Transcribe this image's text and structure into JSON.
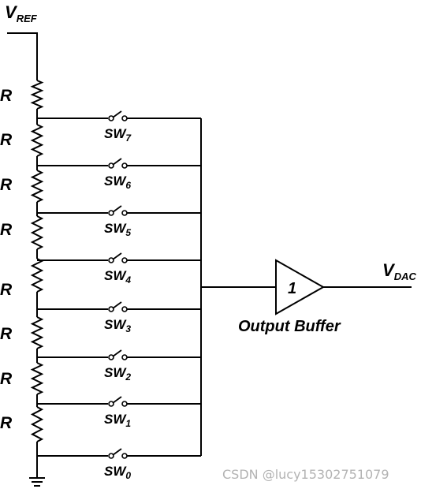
{
  "vref": {
    "main": "V",
    "sub": "REF"
  },
  "vdac": {
    "main": "V",
    "sub": "DAC"
  },
  "resistor_label": "R",
  "switch_prefix": "SW",
  "switches": [
    "7",
    "6",
    "5",
    "4",
    "3",
    "2",
    "1",
    "0"
  ],
  "buffer": {
    "gain": "1",
    "label": "Output Buffer"
  },
  "watermark": "CSDN @lucy15302751079"
}
